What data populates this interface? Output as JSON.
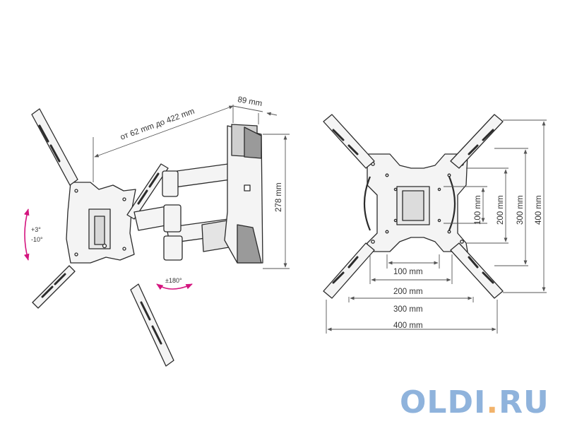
{
  "colors": {
    "line": "#2b2b2b",
    "fill_part": "#f4f4f4",
    "fill_dark": "#9a9a9a",
    "accent": "#d4157f",
    "dim_line": "#555555",
    "watermark_blue": "#8fb3dc",
    "watermark_orange": "#f2b36b"
  },
  "side_view": {
    "dims": {
      "reach": "от 62 mm до 422 mm",
      "depth": "89 mm",
      "height": "278 mm"
    },
    "tilt": {
      "up": "+3°",
      "down": "-10°"
    },
    "swivel": "±180°"
  },
  "front_view": {
    "vesa_horizontal": [
      "100 mm",
      "200 mm",
      "300 mm",
      "400 mm"
    ],
    "vesa_vertical": [
      "100 mm",
      "200 mm",
      "300 mm",
      "400 mm"
    ]
  },
  "watermark": {
    "part1": "OLDI",
    "dot": ".",
    "part2": "RU"
  }
}
